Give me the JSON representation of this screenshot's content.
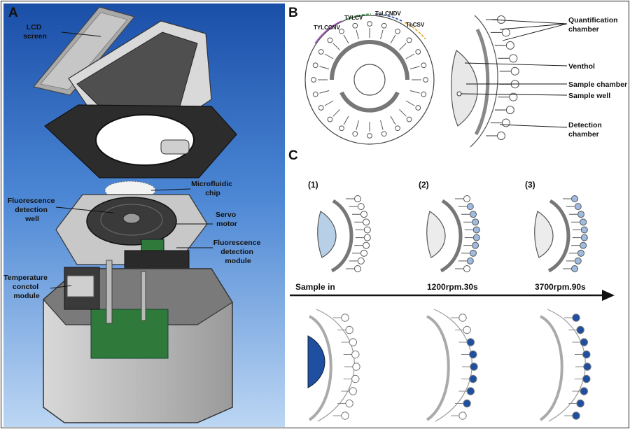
{
  "panels": {
    "a": "A",
    "b": "B",
    "c": "C"
  },
  "panel_a": {
    "lcd": [
      "LCD",
      "screen"
    ],
    "microfluidic": [
      "Microfluidic",
      "chip"
    ],
    "fluor_well": [
      "Fluorescence",
      "detection",
      "well"
    ],
    "servo": [
      "Servo",
      "motor"
    ],
    "fluor_module": [
      "Fluorescence",
      "detection",
      "module"
    ],
    "temp": [
      "Temperature",
      "conctol",
      "module"
    ]
  },
  "panel_b": {
    "viruses": [
      "TYLCCNV",
      "TYLCV",
      "ToLCNDV",
      "TbCSV"
    ],
    "quant": [
      "Quantification",
      "chamber"
    ],
    "venthol": "Venthol",
    "sample_chamber": "Sample chamber",
    "sample_well": "Sample well",
    "detection": [
      "Detection",
      "chamber"
    ]
  },
  "panel_c": {
    "steps": [
      "(1)",
      "(2)",
      "(3)"
    ],
    "stages": [
      "Sample in",
      "1200rpm.30s",
      "3700rpm.90s"
    ]
  }
}
